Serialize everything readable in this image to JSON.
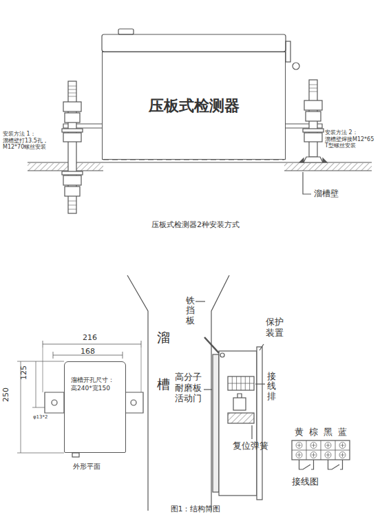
{
  "diagram": {
    "caption": "图1：结构简图",
    "nodes": [
      {
        "text": [
          "压板式检测器"
        ]
      },
      {
        "text": [
          "溜槽开孔尺寸：高240*宽150"
        ]
      }
    ],
    "labels": [
      "安装方法 1： 溜槽壁打13.5孔， M12*70螺丝安装",
      "安装方法 2： 溜槽壁焊接M12*65 T型螺丝安装",
      "溜槽壁",
      "压板式检测器2种安装方式",
      "216",
      "168",
      "250",
      "125",
      "φ13*2",
      "外形平面",
      "溜槽",
      "铁挡板",
      "保护装置",
      "接线排",
      "高分子耐磨板活动门",
      "复位弹簧",
      "黄",
      "棕",
      "黑",
      "蓝",
      "接线图"
    ]
  }
}
